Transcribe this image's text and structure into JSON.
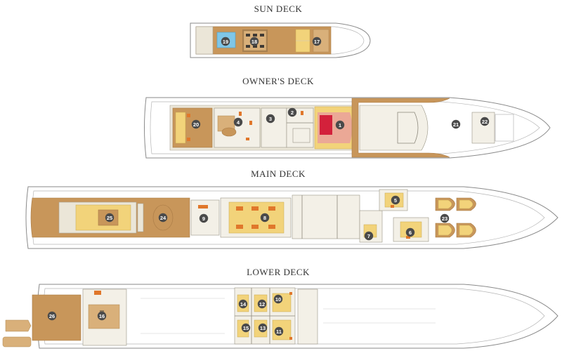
{
  "decks": [
    {
      "id": "sun",
      "title": "SUN DECK"
    },
    {
      "id": "owner",
      "title": "OWNER'S DECK"
    },
    {
      "id": "main",
      "title": "MAIN DECK"
    },
    {
      "id": "lower",
      "title": "LOWER DECK"
    }
  ],
  "markers": [
    "1",
    "2",
    "3",
    "4",
    "5",
    "6",
    "7",
    "8",
    "9",
    "10",
    "11",
    "12",
    "13",
    "14",
    "15",
    "16",
    "17",
    "18",
    "19",
    "20",
    "21",
    "22",
    "23",
    "24",
    "25",
    "26"
  ],
  "colors": {
    "marker": "#4a4a4a",
    "teak": "#c8965a",
    "accent": "#e0772b",
    "upholstery": "#f2d37a",
    "pool": "#7fc6e8"
  }
}
